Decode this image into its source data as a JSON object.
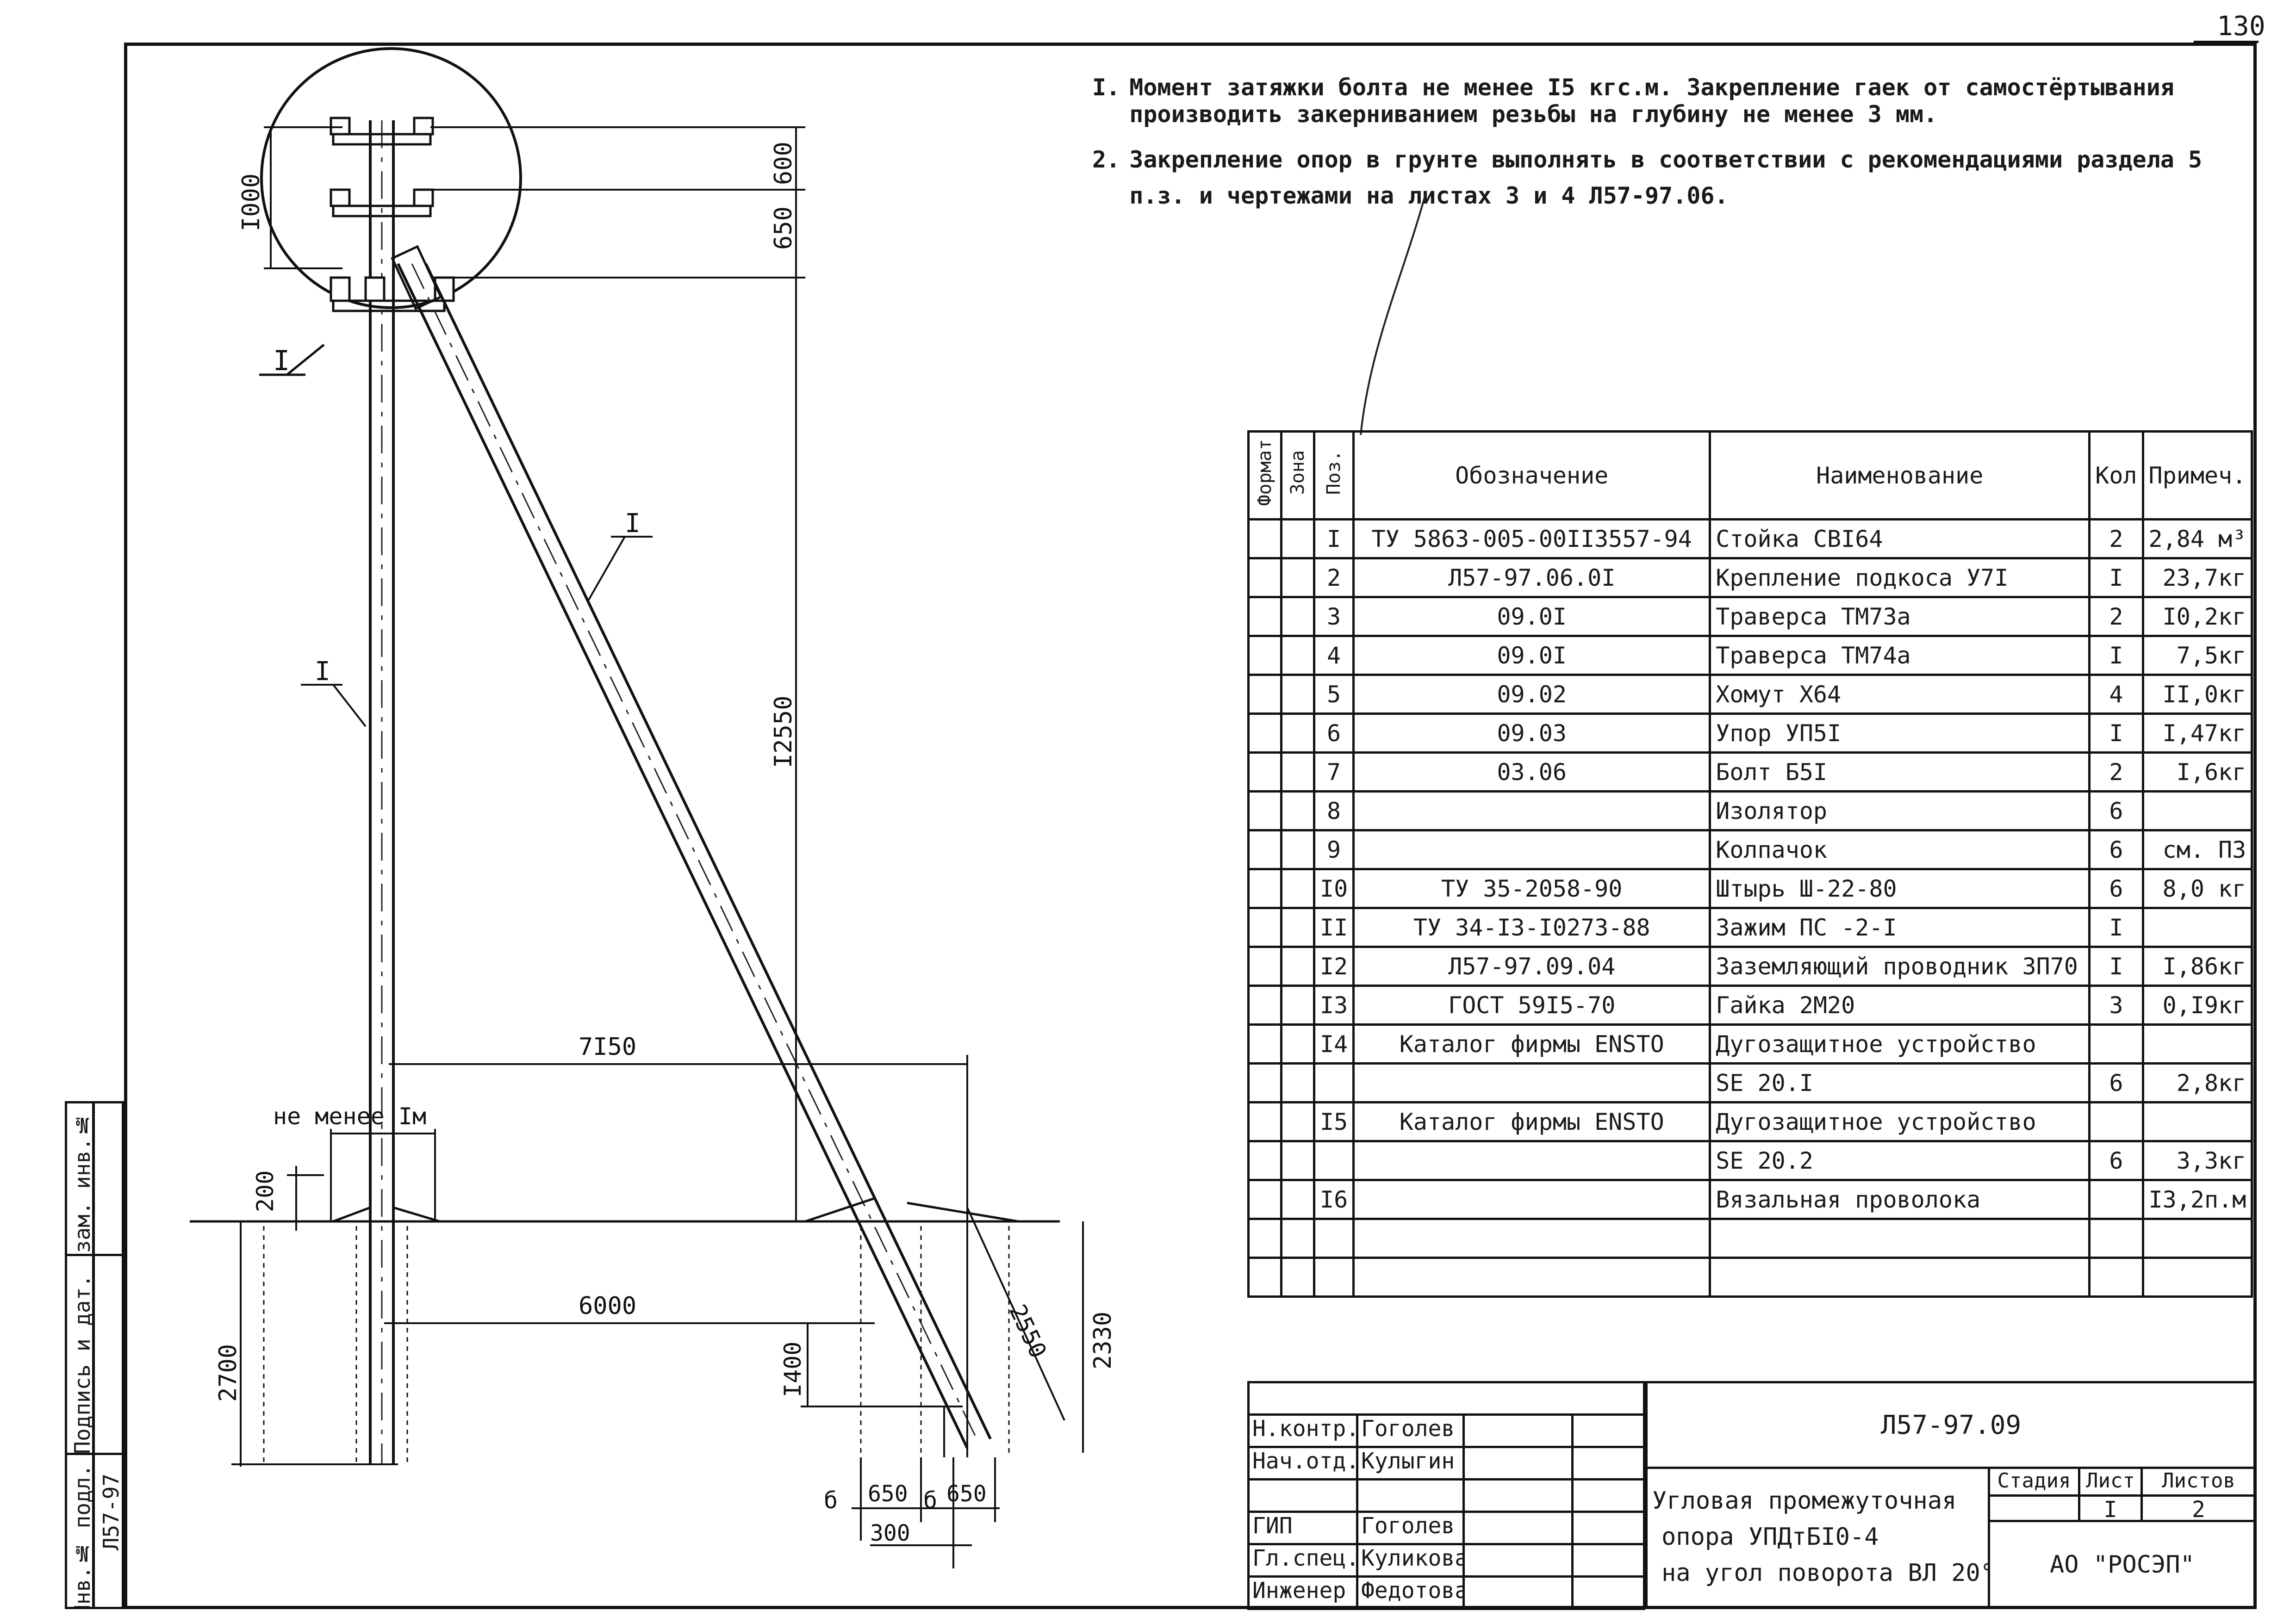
{
  "sheet_number": "130",
  "notes": [
    {
      "num": "I.",
      "lines": [
        "Момент затяжки болта не менее I5 кгс.м. Закрепление гаек от самостёртывания",
        "производить закерниванием резьбы на глубину не менее 3 мм."
      ]
    },
    {
      "num": "2.",
      "lines": [
        "Закрепление опор в грунте выполнять в соответствии с рекомендациями раздела 5",
        "п.з. и чертежами на листах 3 и 4 Л57-97.06."
      ]
    }
  ],
  "drawing": {
    "dims": {
      "d600": "600",
      "d650_top": "650",
      "d1000": "I000",
      "d12550": "I2550",
      "d7150": "7I50",
      "d6000": "6000",
      "d200": "200",
      "d2700": "2700",
      "d1400": "I400",
      "d2550": "2550",
      "d2330": "2330",
      "d650_a": "650",
      "d650_b": "650",
      "d300": "300",
      "min_depth": "не менее  Iм"
    },
    "callouts": {
      "detail": "I",
      "pole_label": "I",
      "strut_label": "I"
    },
    "hatch_marks": [
      "б",
      "б"
    ]
  },
  "spec_table": {
    "headers": {
      "format": "Формат",
      "zone": "Зона",
      "pos": "Поз.",
      "designation": "Обозначение",
      "name": "Наименование",
      "qty": "Кол",
      "note": "Примеч."
    },
    "rows": [
      {
        "pos": "I",
        "designation": "ТУ 5863-005-00II3557-94",
        "name": "Стойка СВI64",
        "qty": "2",
        "note": "2,84 м³"
      },
      {
        "pos": "2",
        "designation": "Л57-97.06.0I",
        "name": "Крепление подкоса У7I",
        "qty": "I",
        "note": "23,7кг"
      },
      {
        "pos": "3",
        "designation": "09.0I",
        "name": "Траверса ТМ73а",
        "qty": "2",
        "note": "I0,2кг"
      },
      {
        "pos": "4",
        "designation": "09.0I",
        "name": "Траверса ТМ74а",
        "qty": "I",
        "note": "7,5кг"
      },
      {
        "pos": "5",
        "designation": "09.02",
        "name": "Хомут Х64",
        "qty": "4",
        "note": "II,0кг"
      },
      {
        "pos": "6",
        "designation": "09.03",
        "name": "Упор УП5I",
        "qty": "I",
        "note": "I,47кг"
      },
      {
        "pos": "7",
        "designation": "03.06",
        "name": "Болт Б5I",
        "qty": "2",
        "note": "I,6кг"
      },
      {
        "pos": "8",
        "designation": "",
        "name": "Изолятор",
        "qty": "6",
        "note": ""
      },
      {
        "pos": "9",
        "designation": "",
        "name": "Колпачок",
        "qty": "6",
        "note": "см. ПЗ"
      },
      {
        "pos": "I0",
        "designation": "ТУ 35-2058-90",
        "name": "Штырь Ш-22-80",
        "qty": "6",
        "note": "8,0 кг"
      },
      {
        "pos": "II",
        "designation": "ТУ 34-I3-I0273-88",
        "name": "Зажим ПС -2-I",
        "qty": "I",
        "note": ""
      },
      {
        "pos": "I2",
        "designation": "Л57-97.09.04",
        "name": "Заземляющий проводник ЗП70",
        "qty": "I",
        "note": "I,86кг"
      },
      {
        "pos": "I3",
        "designation": "ГОСТ 59I5-70",
        "name": "Гайка 2М20",
        "qty": "3",
        "note": "0,I9кг"
      },
      {
        "pos": "I4",
        "designation": "Каталог фирмы ENSTO",
        "name": "Дугозащитное устройство",
        "qty": "",
        "note": ""
      },
      {
        "pos": "",
        "designation": "",
        "name": "SE 20.I",
        "qty": "6",
        "note": "2,8кг"
      },
      {
        "pos": "I5",
        "designation": "Каталог фирмы ENSTO",
        "name": "Дугозащитное устройство",
        "qty": "",
        "note": ""
      },
      {
        "pos": "",
        "designation": "",
        "name": "SE 20.2",
        "qty": "6",
        "note": "3,3кг"
      },
      {
        "pos": "I6",
        "designation": "",
        "name": "Вязальная проволока",
        "qty": "",
        "note": "I3,2п.м"
      },
      {
        "pos": "",
        "designation": "",
        "name": "",
        "qty": "",
        "note": ""
      },
      {
        "pos": "",
        "designation": "",
        "name": "",
        "qty": "",
        "note": ""
      }
    ]
  },
  "title_block": {
    "doc_code": "Л57-97.09",
    "title_lines": [
      "Угловая промежуточная",
      "опора УПДтБI0-4",
      "на угол поворота ВЛ 20°"
    ],
    "stage_label": "Стадия",
    "sheet_label": "Лист",
    "sheets_label": "Листов",
    "stage": "",
    "sheet": "I",
    "sheets": "2",
    "org": "АО \"РОСЭП\"",
    "people": [
      {
        "role": "Н.контр.",
        "name": "Гоголев"
      },
      {
        "role": "Нач.отд.",
        "name": "Кулыгин"
      },
      {
        "role": "",
        "name": ""
      },
      {
        "role": "ГИП",
        "name": "Гоголев"
      },
      {
        "role": "Гл.спец.",
        "name": "Куликова"
      },
      {
        "role": "Инженер",
        "name": "Федотова"
      }
    ]
  },
  "side_stamp": {
    "inv_podl": "Инв.№ подл.",
    "podpis": "Подпись и дат.",
    "vzam": "Взам. инв.№",
    "inv_value": "Л57-97"
  }
}
